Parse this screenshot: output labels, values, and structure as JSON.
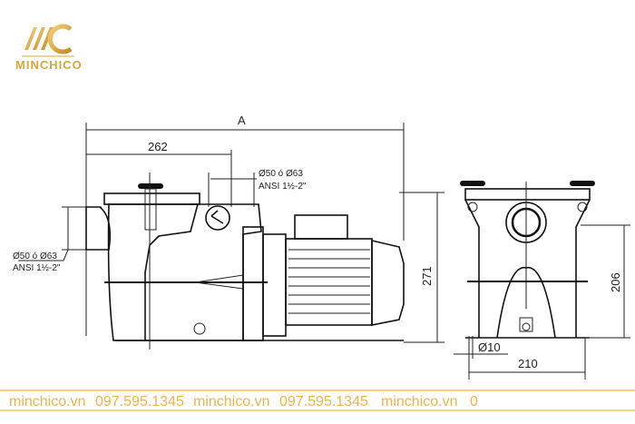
{
  "logo": {
    "text": "MINCHICO",
    "brand_color": "#d9a53a"
  },
  "side_view": {
    "dim_overall": "A",
    "dim_inlet_to_outlet": "262",
    "outlet_label_line1": "Ø50 ó Ø63",
    "outlet_label_line2": "ANSI 1½-2\"",
    "inlet_label_line1": "Ø50 ó Ø63",
    "inlet_label_line2": "ANSI 1½-2\"",
    "dim_height": "271"
  },
  "front_view": {
    "dim_height": "206",
    "dim_hole": "Ø10",
    "dim_width": "210"
  },
  "footer": {
    "color": "#efb34a",
    "items": [
      "minchico.vn",
      "097.595.1345",
      "minchico.vn",
      "097.595.1345",
      "minchico.vn",
      "0"
    ]
  }
}
